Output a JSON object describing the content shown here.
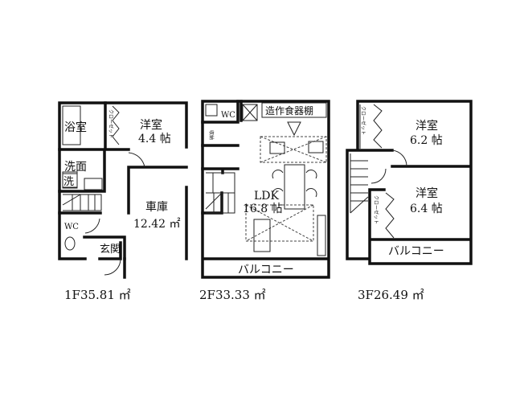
{
  "floors": [
    {
      "area_label": "1F35.81 ㎡",
      "rooms": {
        "bath": "浴室",
        "washroom": "洗面",
        "washer": "洗",
        "western_room": "洋室",
        "western_room_size": "4.4 帖",
        "closet": "クローゼット",
        "garage": "車庫",
        "garage_size": "12.42 ㎡",
        "wc": "WC",
        "entrance": "玄関"
      }
    },
    {
      "area_label": "2F33.33 ㎡",
      "rooms": {
        "wc": "WC",
        "storage": "収納",
        "cupboard": "造作食器棚",
        "ldk": "LDK",
        "ldk_size": "16.8 帖",
        "balcony": "バルコニー"
      }
    },
    {
      "area_label": "3F26.49 ㎡",
      "rooms": {
        "closet_1": "クローゼット",
        "western_room_1": "洋室",
        "western_room_1_size": "6.2 帖",
        "closet_2": "クローゼット",
        "western_room_2": "洋室",
        "western_room_2_size": "6.4 帖",
        "balcony": "バルコニー"
      }
    }
  ]
}
